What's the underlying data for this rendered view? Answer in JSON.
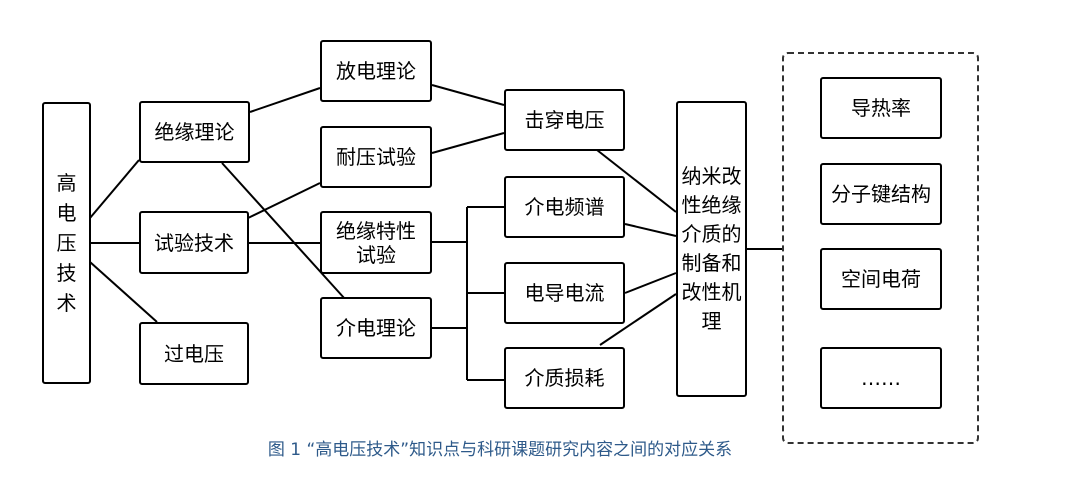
{
  "nodes": {
    "gaodianya_jishu": "高\n电\n压\n技\n术",
    "jueyuan_lilun": "绝缘理论",
    "shiyan_jishu": "试验技术",
    "guodianya": "过电压",
    "fangdian_lilun": "放电理论",
    "naiya_shiyan": "耐压试验",
    "jueyuan_texing_shiyan": "绝缘特性\n试验",
    "jiedian_lilun": "介电理论",
    "jichuan_dianya": "击穿电压",
    "jiedian_pinpu": "介电频谱",
    "diandao_dianliu": "电导电流",
    "jiezhi_sunhao": "介质损耗",
    "nami_gaixing": "纳米改\n性绝缘\n介质的\n制备和\n改性机\n理",
    "daore_lv": "导热率",
    "fenzi_jian_jiegou": "分子键结构",
    "kongjian_dianhe": "空间电荷",
    "ellipsis": "……"
  },
  "caption": "图 1 “高电压技术”知识点与科研课题研究内容之间的对应关系",
  "colors": {
    "caption": "#2e5a8a",
    "line": "#000000",
    "dashed_border": "#333333"
  }
}
